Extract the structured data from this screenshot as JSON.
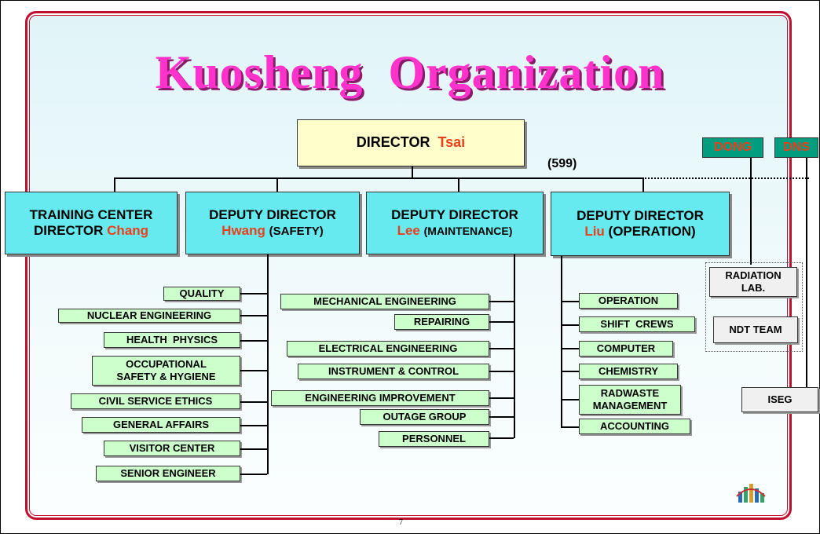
{
  "title": "Kuosheng  Organization",
  "director": {
    "label": "DIRECTOR",
    "name": "Tsai"
  },
  "staff_count": "(599)",
  "tags": {
    "dong": "DONG",
    "dns": "DNS"
  },
  "training": {
    "line1": "TRAINING CENTER",
    "line2_prefix": "DIRECTOR",
    "name": "Chang"
  },
  "deputy_safety": {
    "line1": "DEPUTY DIRECTOR",
    "name": "Hwang",
    "role": "(SAFETY)"
  },
  "deputy_maintenance": {
    "line1": "DEPUTY DIRECTOR",
    "name": "Lee",
    "role": "(MAINTENANCE)"
  },
  "deputy_operation": {
    "line1": "DEPUTY DIRECTOR",
    "name": "Liu",
    "role": "(OPERATION)"
  },
  "safety_units": [
    "QUALITY",
    "NUCLEAR ENGINEERING",
    "HEALTH  PHYSICS",
    "OCCUPATIONAL\nSAFETY & HYGIENE",
    "CIVIL SERVICE ETHICS",
    "GENERAL AFFAIRS",
    "VISITOR CENTER",
    "SENIOR ENGINEER"
  ],
  "maintenance_units": [
    "MECHANICAL ENGINEERING",
    "REPAIRING",
    "ELECTRICAL ENGINEERING",
    "INSTRUMENT & CONTROL",
    "ENGINEERING IMPROVEMENT",
    "OUTAGE GROUP",
    "PERSONNEL"
  ],
  "operation_units": [
    "OPERATION",
    "SHIFT  CREWS",
    "COMPUTER",
    "CHEMISTRY",
    "RADWASTE\nMANAGEMENT",
    "ACCOUNTING"
  ],
  "side_units": {
    "radiation_lab": "RADIATION\nLAB.",
    "ndt_team": "NDT TEAM",
    "iseg": "ISEG"
  },
  "page_number": "7",
  "colors": {
    "frame": "#c0102e",
    "title": "#ff33cc",
    "deputy_fill": "#66eaf0",
    "unit_fill": "#ccffcc",
    "director_fill": "#ffffcc",
    "tag_fill": "#009e7e",
    "name_red": "#e8401c"
  }
}
